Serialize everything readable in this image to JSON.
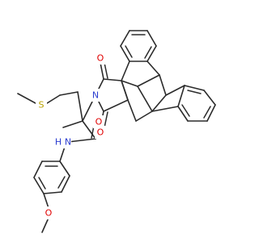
{
  "molecule": {
    "atom_labels": {
      "sulfur": "S",
      "imide_nitrogen": "N",
      "amide_nitrogen": "N",
      "amide_hydrogen": "H",
      "imide_oxygen_top": "O",
      "imide_oxygen_bottom": "O",
      "amide_oxygen": "O",
      "ether_oxygen": "O"
    },
    "colors": {
      "bond": "#2b2b2b",
      "sulfur": "#b8a000",
      "nitrogen": "#2b3ccf",
      "oxygen": "#e00000",
      "carbon_text": "#2b2b2b"
    }
  }
}
